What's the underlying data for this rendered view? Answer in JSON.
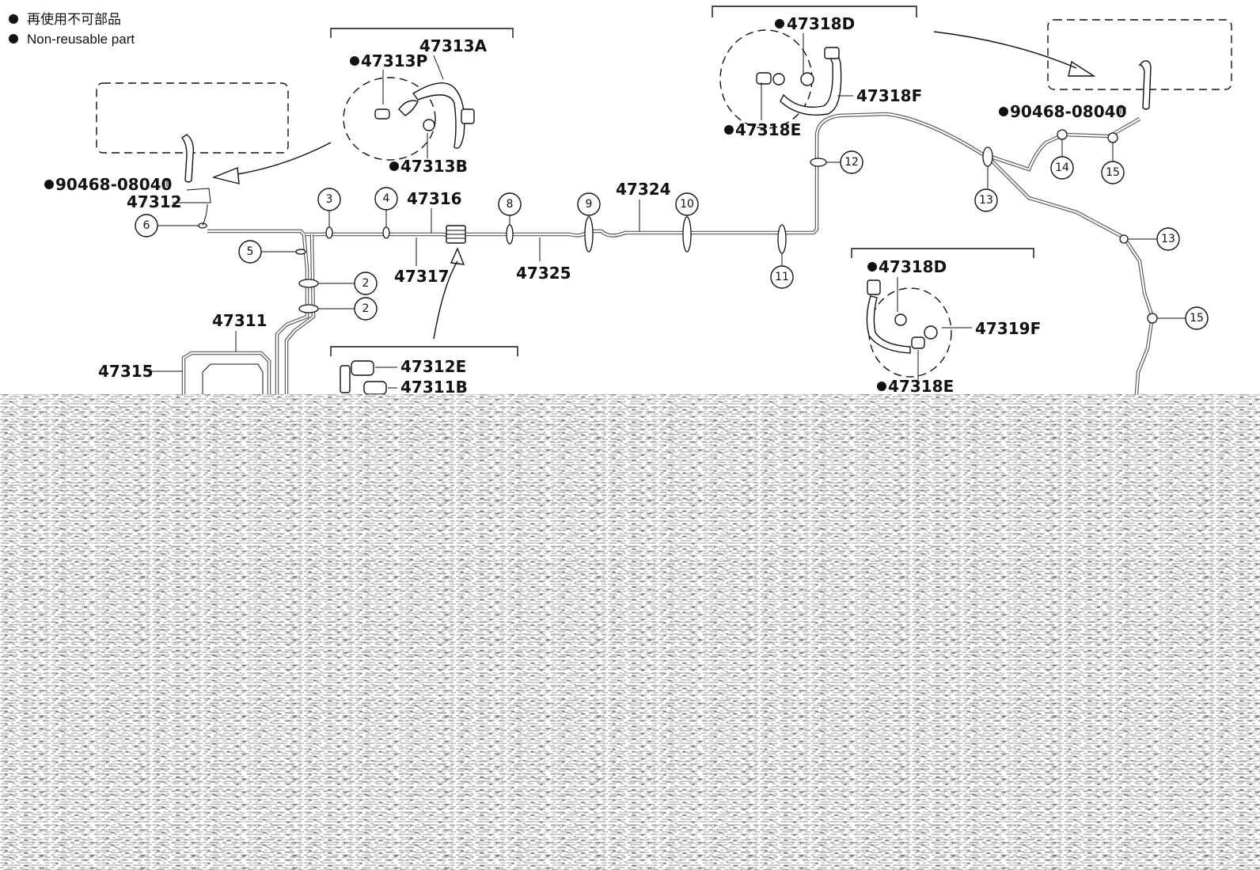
{
  "legend": {
    "jp": "再使用不可部品",
    "en": "Non-reusable part"
  },
  "labels": {
    "p47313A": "47313A",
    "p47313P": "47313P",
    "p47313B": "47313B",
    "p90468_left": "90468-08040",
    "p47312": "47312",
    "p47316": "47316",
    "p47317": "47317",
    "p47325": "47325",
    "p47324": "47324",
    "p47311": "47311",
    "p47315": "47315",
    "p47312E": "47312E",
    "p47311B": "47311B",
    "p47318D_top": "47318D",
    "p47318F": "47318F",
    "p47318E_top": "47318E",
    "p90468_right": "90468-08040",
    "p47318D_bot": "47318D",
    "p47319F": "47319F",
    "p47318E_bot": "47318E"
  },
  "callouts": {
    "c2a": "2",
    "c2b": "2",
    "c3": "3",
    "c4": "4",
    "c5": "5",
    "c6": "6",
    "c8": "8",
    "c9": "9",
    "c10": "10",
    "c11": "11",
    "c12": "12",
    "c13a": "13",
    "c13b": "13",
    "c14": "14",
    "c15a": "15",
    "c15b": "15"
  },
  "icons": {
    "bullet": "non-reusable-dot-icon",
    "arrow": "direction-arrow-icon"
  }
}
